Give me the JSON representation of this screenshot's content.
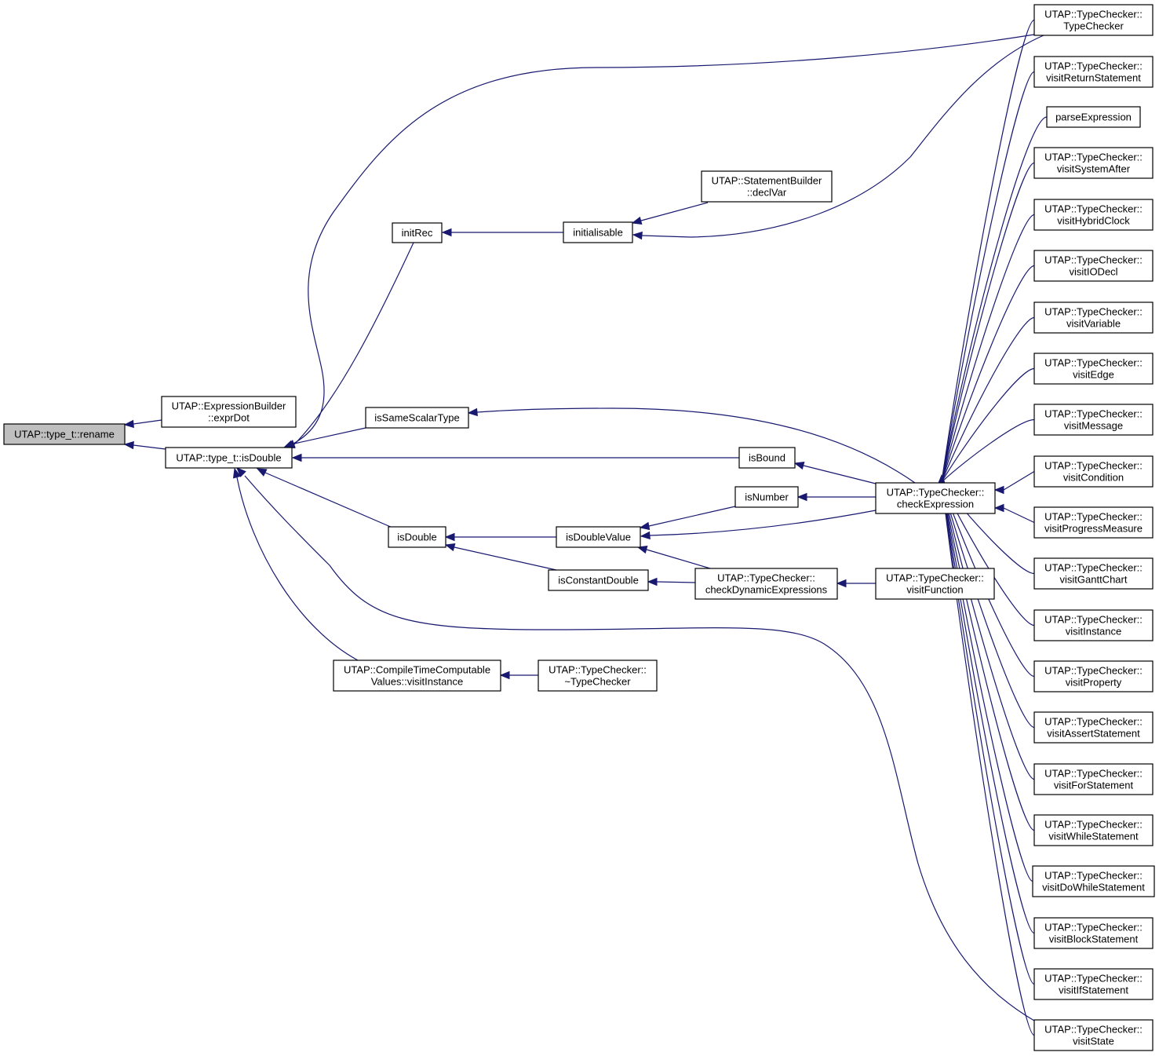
{
  "graph": {
    "nodes": [
      {
        "id": "rename",
        "lines": [
          "UTAP::type_t::rename"
        ],
        "root": true
      },
      {
        "id": "exprDot",
        "lines": [
          "UTAP::ExpressionBuilder",
          "::exprDot"
        ]
      },
      {
        "id": "isDoubleT",
        "lines": [
          "UTAP::type_t::isDouble"
        ]
      },
      {
        "id": "initRec",
        "lines": [
          "initRec"
        ]
      },
      {
        "id": "initialisable",
        "lines": [
          "initialisable"
        ]
      },
      {
        "id": "declVar",
        "lines": [
          "UTAP::StatementBuilder",
          "::declVar"
        ]
      },
      {
        "id": "isSameScalarType",
        "lines": [
          "isSameScalarType"
        ]
      },
      {
        "id": "isBound",
        "lines": [
          "isBound"
        ]
      },
      {
        "id": "isNumber",
        "lines": [
          "isNumber"
        ]
      },
      {
        "id": "isDouble",
        "lines": [
          "isDouble"
        ]
      },
      {
        "id": "isDoubleValue",
        "lines": [
          "isDoubleValue"
        ]
      },
      {
        "id": "isConstantDouble",
        "lines": [
          "isConstantDouble"
        ]
      },
      {
        "id": "checkDynamicExpressions",
        "lines": [
          "UTAP::TypeChecker::",
          "checkDynamicExpressions"
        ]
      },
      {
        "id": "visitFunction",
        "lines": [
          "UTAP::TypeChecker::",
          "visitFunction"
        ]
      },
      {
        "id": "checkExpression",
        "lines": [
          "UTAP::TypeChecker::",
          "checkExpression"
        ]
      },
      {
        "id": "ctcvVisitInstance",
        "lines": [
          "UTAP::CompileTimeComputable",
          "Values::visitInstance"
        ]
      },
      {
        "id": "destructor",
        "lines": [
          "UTAP::TypeChecker::",
          "~TypeChecker"
        ]
      },
      {
        "id": "TypeChecker",
        "lines": [
          "UTAP::TypeChecker::",
          "TypeChecker"
        ]
      },
      {
        "id": "visitReturnStatement",
        "lines": [
          "UTAP::TypeChecker::",
          "visitReturnStatement"
        ]
      },
      {
        "id": "parseExpression",
        "lines": [
          "parseExpression"
        ]
      },
      {
        "id": "visitSystemAfter",
        "lines": [
          "UTAP::TypeChecker::",
          "visitSystemAfter"
        ]
      },
      {
        "id": "visitHybridClock",
        "lines": [
          "UTAP::TypeChecker::",
          "visitHybridClock"
        ]
      },
      {
        "id": "visitIODecl",
        "lines": [
          "UTAP::TypeChecker::",
          "visitIODecl"
        ]
      },
      {
        "id": "visitVariable",
        "lines": [
          "UTAP::TypeChecker::",
          "visitVariable"
        ]
      },
      {
        "id": "visitEdge",
        "lines": [
          "UTAP::TypeChecker::",
          "visitEdge"
        ]
      },
      {
        "id": "visitMessage",
        "lines": [
          "UTAP::TypeChecker::",
          "visitMessage"
        ]
      },
      {
        "id": "visitCondition",
        "lines": [
          "UTAP::TypeChecker::",
          "visitCondition"
        ]
      },
      {
        "id": "visitProgressMeasure",
        "lines": [
          "UTAP::TypeChecker::",
          "visitProgressMeasure"
        ]
      },
      {
        "id": "visitGanttChart",
        "lines": [
          "UTAP::TypeChecker::",
          "visitGanttChart"
        ]
      },
      {
        "id": "visitInstance",
        "lines": [
          "UTAP::TypeChecker::",
          "visitInstance"
        ]
      },
      {
        "id": "visitProperty",
        "lines": [
          "UTAP::TypeChecker::",
          "visitProperty"
        ]
      },
      {
        "id": "visitAssertStatement",
        "lines": [
          "UTAP::TypeChecker::",
          "visitAssertStatement"
        ]
      },
      {
        "id": "visitForStatement",
        "lines": [
          "UTAP::TypeChecker::",
          "visitForStatement"
        ]
      },
      {
        "id": "visitWhileStatement",
        "lines": [
          "UTAP::TypeChecker::",
          "visitWhileStatement"
        ]
      },
      {
        "id": "visitDoWhileStatement",
        "lines": [
          "UTAP::TypeChecker::",
          "visitDoWhileStatement"
        ]
      },
      {
        "id": "visitBlockStatement",
        "lines": [
          "UTAP::TypeChecker::",
          "visitBlockStatement"
        ]
      },
      {
        "id": "visitIfStatement",
        "lines": [
          "UTAP::TypeChecker::",
          "visitIfStatement"
        ]
      },
      {
        "id": "visitState",
        "lines": [
          "UTAP::TypeChecker::",
          "visitState"
        ]
      }
    ],
    "edges": [
      [
        "exprDot",
        "rename"
      ],
      [
        "isDoubleT",
        "rename"
      ],
      [
        "TypeChecker",
        "isDoubleT"
      ],
      [
        "initRec",
        "isDoubleT"
      ],
      [
        "isSameScalarType",
        "isDoubleT"
      ],
      [
        "isBound",
        "isDoubleT"
      ],
      [
        "isDouble",
        "isDoubleT"
      ],
      [
        "visitState",
        "isDoubleT"
      ],
      [
        "ctcvVisitInstance",
        "isDoubleT"
      ],
      [
        "initialisable",
        "initRec"
      ],
      [
        "declVar",
        "initialisable"
      ],
      [
        "TypeChecker",
        "initialisable"
      ],
      [
        "checkExpression",
        "isSameScalarType"
      ],
      [
        "checkExpression",
        "isBound"
      ],
      [
        "checkExpression",
        "isNumber"
      ],
      [
        "isNumber",
        "isDoubleValue"
      ],
      [
        "checkExpression",
        "isDoubleValue"
      ],
      [
        "checkDynamicExpressions",
        "isDoubleValue"
      ],
      [
        "isDoubleValue",
        "isDouble"
      ],
      [
        "isConstantDouble",
        "isDouble"
      ],
      [
        "checkDynamicExpressions",
        "isConstantDouble"
      ],
      [
        "visitFunction",
        "checkDynamicExpressions"
      ],
      [
        "destructor",
        "ctcvVisitInstance"
      ],
      [
        "TypeChecker",
        "checkExpression"
      ],
      [
        "visitReturnStatement",
        "checkExpression"
      ],
      [
        "parseExpression",
        "checkExpression"
      ],
      [
        "visitSystemAfter",
        "checkExpression"
      ],
      [
        "visitHybridClock",
        "checkExpression"
      ],
      [
        "visitIODecl",
        "checkExpression"
      ],
      [
        "visitVariable",
        "checkExpression"
      ],
      [
        "visitEdge",
        "checkExpression"
      ],
      [
        "visitMessage",
        "checkExpression"
      ],
      [
        "visitCondition",
        "checkExpression"
      ],
      [
        "visitProgressMeasure",
        "checkExpression"
      ],
      [
        "visitGanttChart",
        "checkExpression"
      ],
      [
        "visitInstance",
        "checkExpression"
      ],
      [
        "visitProperty",
        "checkExpression"
      ],
      [
        "visitAssertStatement",
        "checkExpression"
      ],
      [
        "visitForStatement",
        "checkExpression"
      ],
      [
        "visitWhileStatement",
        "checkExpression"
      ],
      [
        "visitDoWhileStatement",
        "checkExpression"
      ],
      [
        "visitBlockStatement",
        "checkExpression"
      ],
      [
        "visitIfStatement",
        "checkExpression"
      ],
      [
        "visitState",
        "checkExpression"
      ]
    ]
  }
}
